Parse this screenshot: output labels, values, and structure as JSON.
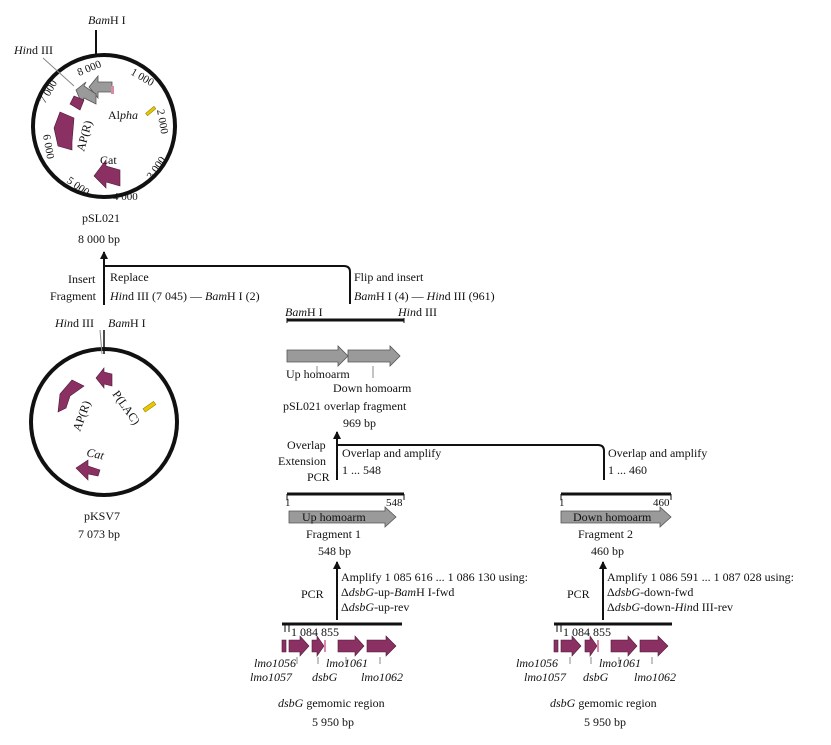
{
  "colors": {
    "feature": "#8B3063",
    "homoarm": "#9a9a9a",
    "promoter": "#e8c800",
    "line": "#111111"
  },
  "pSL021": {
    "name": "pSL021",
    "size": "8 000 bp",
    "bam_site": "BamH I",
    "hind_site": [
      "Hin",
      "d III"
    ],
    "ticks": [
      "1 000",
      "2 000",
      "3 000",
      "4 000",
      "5 000",
      "6 000",
      "7 000",
      "8 000"
    ],
    "feature_alpha": [
      "Al",
      "pha"
    ],
    "feature_ap": "AP(R)",
    "feature_cat": "Cat"
  },
  "pKSV7": {
    "name": "pKSV7",
    "size": "7 073 bp",
    "hind_site": [
      "Hin",
      "d III"
    ],
    "bam_site": "BamH I",
    "feature_plac": "P(LAC)",
    "feature_ap": "AP(R)",
    "feature_cat": "Cat"
  },
  "insert": {
    "label_line1": "Insert",
    "label_line2": "Fragment",
    "replace_label": "Replace",
    "replace_sites": [
      "Hin",
      "d III (7 045) — ",
      "Bam",
      "H I (2)"
    ],
    "flip_label": "Flip and insert",
    "flip_sites": [
      "Bam",
      "H I (4) — ",
      "Hin",
      "d III (961)"
    ]
  },
  "overlap_fragment": {
    "bam_site": "BamH I",
    "hind_site": "Hind III",
    "up_homoarm": "Up homoarm",
    "down_homoarm": "Down homoarm",
    "name": "pSL021 overlap fragment",
    "size": "969 bp"
  },
  "overlap_pcr": {
    "label": [
      "Overlap",
      "Extension",
      "PCR"
    ],
    "left_label": "Overlap and amplify",
    "left_range": "1 ... 548",
    "right_label": "Overlap and amplify",
    "right_range": "1 ... 460"
  },
  "fragment1": {
    "start": "1",
    "end": "548",
    "arm_label": "Up homoarm",
    "name": "Fragment 1",
    "size": "548 bp",
    "pcr": "PCR",
    "amplify": "Amplify 1 085 616 ... 1 086 130 using:",
    "primer1": [
      "Δ",
      "dsbG",
      "-up-",
      "Bam",
      "H I-fwd"
    ],
    "primer2": [
      "Δ",
      "dsbG",
      "-up-rev"
    ]
  },
  "fragment2": {
    "start": "1",
    "end": "460",
    "arm_label": "Down homoarm",
    "name": "Fragment 2",
    "size": "460 bp",
    "pcr": "PCR",
    "amplify": "Amplify 1 086 591 ... 1 087 028 using:",
    "primer1": [
      "Δ",
      "dsbG",
      "-down-fwd"
    ],
    "primer2": [
      "Δ",
      "dsbG",
      "-down-",
      "Hin",
      "d III-rev"
    ]
  },
  "genomic_left": {
    "coord": "1 084 855",
    "genes": [
      "lmo1056",
      "lmo1057",
      "dsbG",
      "lmo1061",
      "lmo1062"
    ],
    "name": [
      "dsbG",
      " gemomic region"
    ],
    "size": "5 950 bp"
  },
  "genomic_right": {
    "coord": "1 084 855",
    "genes": [
      "lmo1056",
      "lmo1057",
      "dsbG",
      "lmo1061",
      "lmo1062"
    ],
    "name": [
      "dsbG",
      " gemomic region"
    ],
    "size": "5 950 bp"
  }
}
